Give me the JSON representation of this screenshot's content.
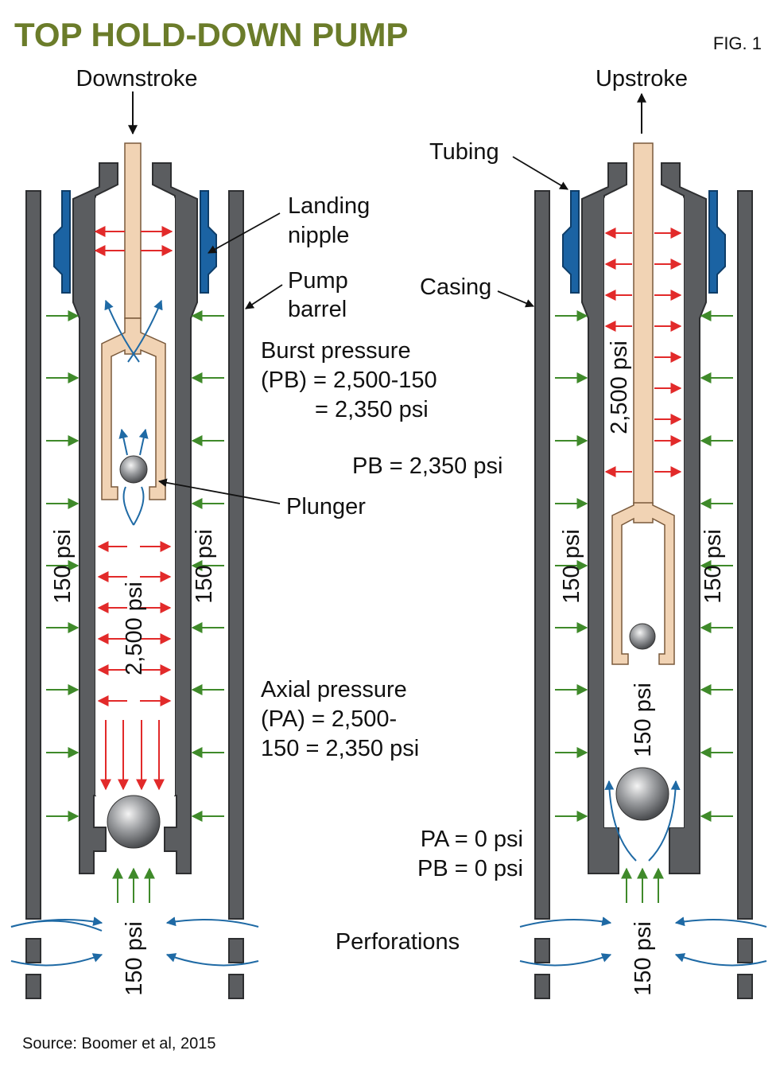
{
  "title": "TOP HOLD-DOWN PUMP",
  "figure_label": "FIG. 1",
  "source": "Source: Boomer et al, 2015",
  "colors": {
    "title": "#6b7c2a",
    "casing": "#5b5d60",
    "tubing": "#1b63a3",
    "plunger": "#f1d3b4",
    "pressure_arrow": "#e22a2a",
    "external_arrow": "#3f8a2a",
    "flow_arrow": "#1f6aa5",
    "ball": "#8a8c8f"
  },
  "left": {
    "stroke_label": "Downstroke",
    "callouts": {
      "landing_nipple_1": "Landing",
      "landing_nipple_2": "nipple",
      "pump_barrel_1": "Pump",
      "pump_barrel_2": "barrel",
      "plunger": "Plunger"
    },
    "burst": {
      "line1": "Burst pressure",
      "line2": "(PB) = 2,500-150",
      "line3": "= 2,350 psi"
    },
    "axial": {
      "line1": "Axial pressure",
      "line2": "(PA) = 2,500-",
      "line3": "150 = 2,350 psi"
    },
    "annulus_left": "150 psi",
    "annulus_right": "150 psi",
    "barrel_inside": "2,500 psi",
    "intake": "150 psi"
  },
  "right": {
    "stroke_label": "Upstroke",
    "callouts": {
      "tubing": "Tubing",
      "casing": "Casing"
    },
    "pb": "PB = 2,350 psi",
    "pa_zero": "PA = 0 psi",
    "pb_zero": "PB = 0 psi",
    "annulus_left": "150 psi",
    "annulus_right": "150 psi",
    "rod_inside": "2,500 psi",
    "barrel_lower": "150 psi",
    "intake": "150 psi"
  },
  "perforations": "Perforations"
}
